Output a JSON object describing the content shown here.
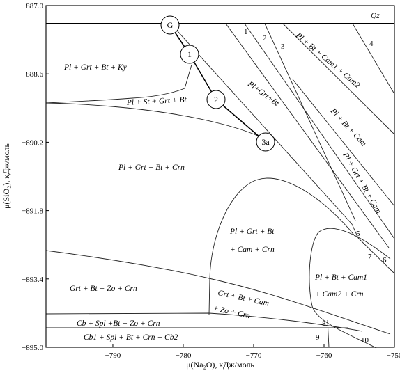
{
  "axes": {
    "x_label": "μ(Na₂O), кДж/моль",
    "y_label": "μ(SiO₂), кДж/моль",
    "x_ticks": [
      "−790",
      "−780",
      "−770",
      "−760",
      "−750"
    ],
    "y_ticks": [
      "−887.0",
      "−888.6",
      "−890.2",
      "−891.8",
      "−893.4",
      "−895.0"
    ],
    "xlim": [
      -799.5,
      -750
    ],
    "ylim": [
      -895.0,
      -887.0
    ]
  },
  "points": [
    {
      "label": "G",
      "x": -782.0,
      "y": -887.45
    },
    {
      "label": "1",
      "x": -779.7,
      "y": -888.25
    },
    {
      "label": "2",
      "x": -775.7,
      "y": -889.45
    },
    {
      "label": "3a",
      "x": -768.1,
      "y": -890.25
    }
  ],
  "fields": {
    "qz": "Qz",
    "f1": "Pl + Grt + Bt + Ky",
    "f2": "Pl + St + Grt + Bt",
    "f3": "Pl+Grt+Bt",
    "f4": "Pl + Bt + Cam1 + Cam2",
    "f5": "Pl + Bt + Cam",
    "f6": "Pl + Grt + Bt + Cam",
    "f7": "Pl + Grt + Bt + Crn",
    "f8a": "Pl + Grt + Bt",
    "f8b": "+ Cam + Crn",
    "f9": "Grt + Bt + Zo + Crn",
    "f10a": "Grt + Bt + Cam",
    "f10b": "+ Zo + Crn",
    "f11a": "Pl + Bt + Cam1",
    "f11b": "+ Cam2 + Crn",
    "f12": "Cb + Spl +Bt + Zo + Crn",
    "f13": "Cb1 + Spl + Bt + Crn + Cb2"
  },
  "numbers": {
    "n1": "1",
    "n2": "2",
    "n3": "3",
    "n4": "4",
    "n5": "5",
    "n6": "6",
    "n7": "7",
    "n8": "8",
    "n9": "9",
    "n10": "10"
  }
}
